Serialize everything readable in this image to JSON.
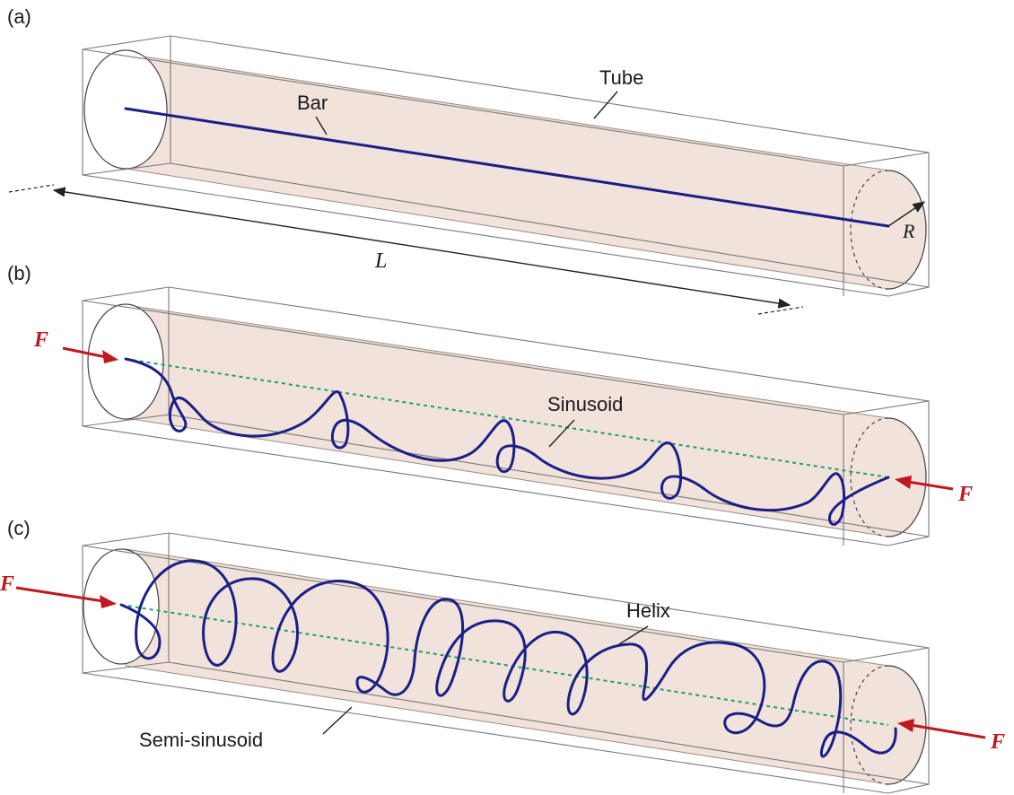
{
  "panels": [
    {
      "id": "a",
      "label": "(a)",
      "tube_label": "Tube",
      "bar_label": "Bar",
      "length_label": "L",
      "radius_label": "R"
    },
    {
      "id": "b",
      "label": "(b)",
      "shape_label": "Sinusoid",
      "force_label_left": "F",
      "force_label_right": "F"
    },
    {
      "id": "c",
      "label": "(c)",
      "shape_label_1": "Helix",
      "shape_label_2": "Semi-sinusoid",
      "force_label_left": "F",
      "force_label_right": "F"
    }
  ],
  "colors": {
    "tube_fill": "#f1e2dc",
    "bar": "#1b1f86",
    "force": "#c01820",
    "axis": "#1f9e6a"
  }
}
